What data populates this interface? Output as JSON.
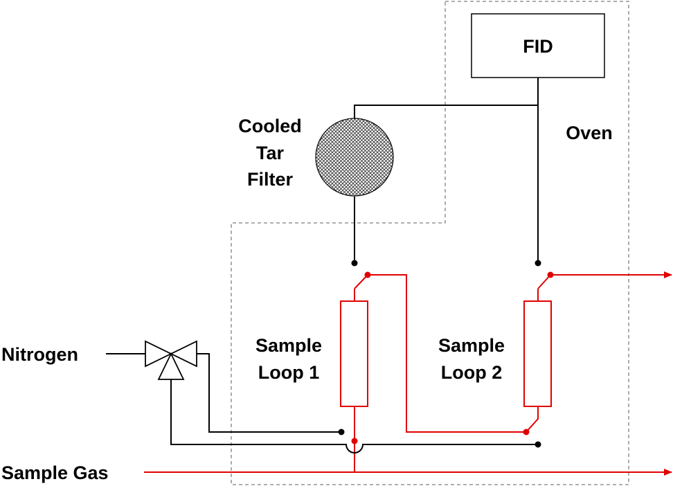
{
  "labels": {
    "fid": "FID",
    "oven": "Oven",
    "filter": [
      "Cooled",
      "Tar",
      "Filter"
    ],
    "loop1": [
      "Sample",
      "Loop 1"
    ],
    "loop2": [
      "Sample",
      "Loop 2"
    ],
    "nitrogen": "Nitrogen",
    "sample_gas": "Sample Gas"
  },
  "colors": {
    "gas_line": "#e00000",
    "wire": "#000000",
    "boundary": "#7f7f7f"
  }
}
